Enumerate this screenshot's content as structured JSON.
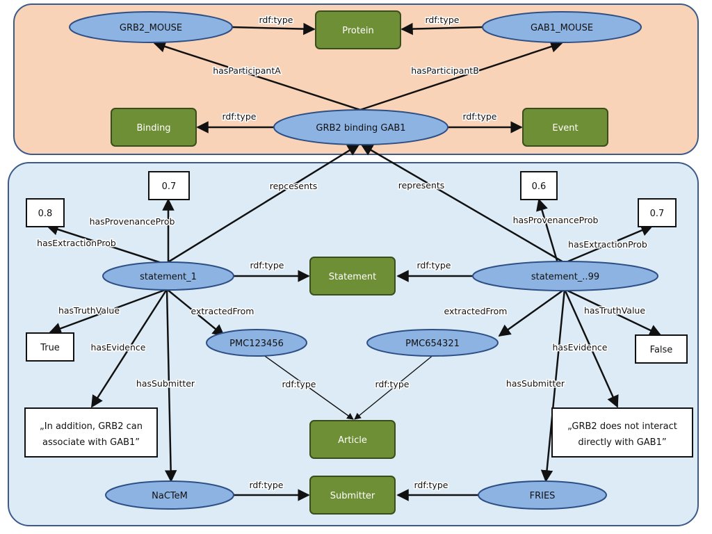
{
  "panels": {
    "top": {
      "fill": "#f9d3b8",
      "stroke": "#3b5a8a"
    },
    "bottom": {
      "fill": "#dcebf5",
      "stroke": "#3b5a8a"
    }
  },
  "colors": {
    "instance_fill": "#8db3e2",
    "instance_stroke": "#2d4f85",
    "class_fill": "#6f8f37",
    "class_stroke": "#3a4d1c",
    "literal_fill": "#ffffff",
    "literal_stroke": "#111111",
    "edge": "#111111"
  },
  "nodes": {
    "grb2_mouse": "GRB2_MOUSE",
    "protein": "Protein",
    "gab1_mouse": "GAB1_MOUSE",
    "binding": "Binding",
    "grb2_binding_gab1": "GRB2 binding GAB1",
    "event": "Event",
    "val_07_left": "0.7",
    "val_06": "0.6",
    "val_08": "0.8",
    "val_07_right": "0.7",
    "statement_1": "statement_1",
    "statement_class": "Statement",
    "statement_99": "statement_..99",
    "true_value": "True",
    "false_value": "False",
    "pmc123456": "PMC123456",
    "pmc654321": "PMC654321",
    "evidence_1_line1": "„In addition, GRB2 can",
    "evidence_1_line2": "associate with GAB1”",
    "evidence_2_line1": "„GRB2 does not interact",
    "evidence_2_line2": "directly with GAB1”",
    "article": "Article",
    "nactem": "NaCTeM",
    "submitter": "Submitter",
    "fries": "FRIES"
  },
  "edges": {
    "rdf_type": "rdf:type",
    "has_participant_a": "hasParticipantA",
    "has_participant_b": "hasParticipantB",
    "represents_left": "repcesents",
    "represents_right": "represents",
    "has_provenance_prob": "hasProvenanceProb",
    "has_extraction_prob": "hasExtractionProb",
    "has_truth_value": "hasTruthValue",
    "extracted_from": "extractedFrom",
    "has_evidence": "hasEvidence",
    "has_submitter": "hasSubmitter"
  }
}
